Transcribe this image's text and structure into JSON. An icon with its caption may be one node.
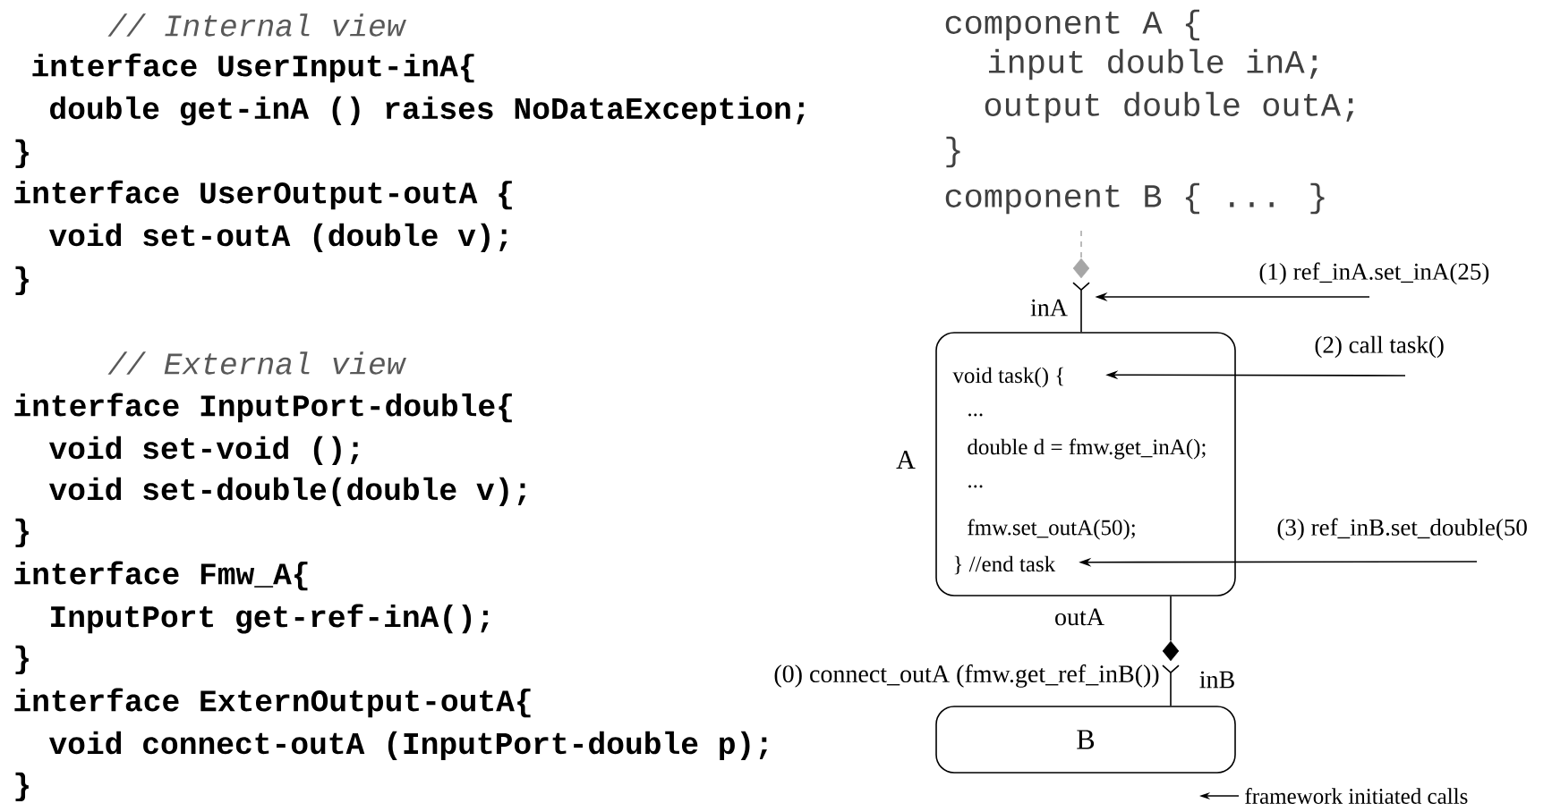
{
  "diagram": {
    "nodes": [
      {
        "text": [
          "void task() {",
          "...",
          "double d = fmw.get_inA();",
          "...",
          "fmw.set_outA(50);",
          "} //end task"
        ],
        "beside": [
          "A"
        ]
      },
      {
        "text": [
          "B"
        ]
      },
      {
        "text": [],
        "shape": "diamond"
      },
      {
        "text": [],
        "shape": "diamond"
      }
    ],
    "edges": [
      {
        "from": null,
        "to": 2,
        "arrow": "none",
        "style": "dashed",
        "color": "#aaaaaa"
      },
      {
        "from": 2,
        "to": 0,
        "arrow": "other"
      },
      {
        "from": 0,
        "to": 3,
        "arrow": "none"
      },
      {
        "from": 3,
        "to": 1,
        "arrow": "other"
      },
      {
        "from": null,
        "to": 2,
        "arrow": "to",
        "label": "(1) ref_inA.set_inA(25)"
      },
      {
        "from": null,
        "to": 0,
        "arrow": "to",
        "label": "(2) call task()"
      },
      {
        "from": null,
        "to": 0,
        "arrow": "to",
        "label": "(3) ref_inB.set_double(50"
      }
    ],
    "labels": [
      "// Internal view",
      "interface UserInput-inA{",
      "double get-inA () raises NoDataException;",
      "}",
      "interface UserOutput-outA {",
      "void set-outA (double v);",
      "}",
      "// External view",
      "interface InputPort-double{",
      "void set-void ();",
      "void set-double(double v);",
      "}",
      "interface Fmw_A{",
      "InputPort get-ref-inA();",
      "}",
      "interface ExternOutput-outA{",
      "void connect-outA (InputPort-double p);",
      "}",
      "component A {",
      "input double inA;",
      "output double outA;",
      "}",
      "component B { ... }",
      "inA",
      "outA",
      "(0) connect_outA (fmw.get_ref_inB())",
      "inB"
    ],
    "legend": [
      {
        "text": "framework initiated calls"
      }
    ]
  }
}
